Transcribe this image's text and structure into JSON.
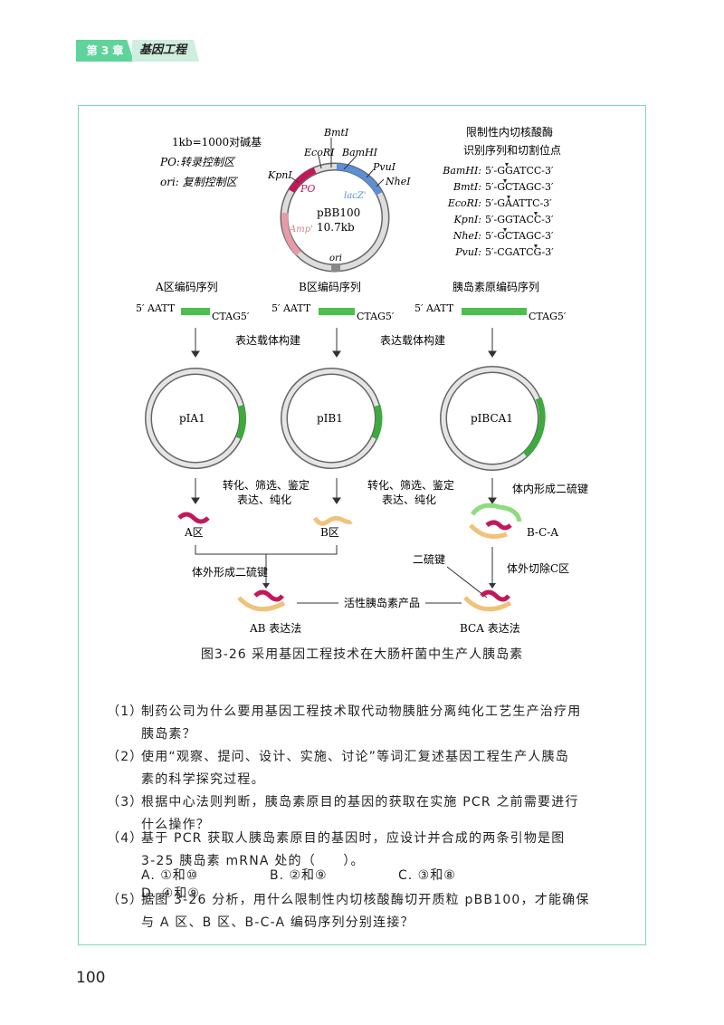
{
  "header": {
    "chapter": "第 3 章",
    "title": "基因工程"
  },
  "figure": {
    "legend": [
      "1kb=1000对碱基",
      "PO:转录控制区",
      "ori: 复制控制区"
    ],
    "plasmid": {
      "name": "pBB100",
      "size": "10.7kb",
      "sites": [
        "BmtI",
        "EcoRI",
        "BamHI",
        "PvuI",
        "KpnI",
        "NheI"
      ],
      "elements": [
        "PO",
        "lacZ'",
        "Amp'",
        "ori"
      ]
    },
    "enzyme_table": {
      "title1": "限制性内切核酸酶",
      "title2": "识别序列和切割位点",
      "rows": [
        {
          "enzyme": "BamHI:",
          "seq": "5′-GGATCC-3′"
        },
        {
          "enzyme": "BmtI:",
          "seq": "5′-GCTAGC-3′"
        },
        {
          "enzyme": "EcoRI:",
          "seq": "5′-GAATTC-3′"
        },
        {
          "enzyme": "KpnI:",
          "seq": "5′-GGTACC-3′"
        },
        {
          "enzyme": "NheI:",
          "seq": "5′-GCTAGC-3′"
        },
        {
          "enzyme": "PvuI:",
          "seq": "5′-CGATCG-3′"
        }
      ]
    },
    "seq_headers": [
      "A区编码序列",
      "B区编码序列",
      "胰岛素原编码序列"
    ],
    "seq_left": "5′ AATT",
    "seq_right": "CTAG5′",
    "construct_label": "表达载体构建",
    "plasmids": [
      "pIA1",
      "pIB1",
      "pIBCA1"
    ],
    "transform_label1": "转化、筛选、鉴定",
    "transform_label2": "表达、纯化",
    "disulfide_in": "体内形成二硫键",
    "products": [
      "A区",
      "B区",
      "B-C-A"
    ],
    "disulfide_out": "体外形成二硫键",
    "disulfide_bond": "二硫键",
    "cut_c": "体外切除C区",
    "active_product": "活性胰岛素产品",
    "method_ab": "AB 表达法",
    "method_bca": "BCA 表达法"
  },
  "caption": "图3-26  采用基因工程技术在大肠杆菌中生产人胰岛素",
  "questions": [
    {
      "num": "（1）",
      "line1": "制药公司为什么要用基因工程技术取代动物胰脏分离纯化工艺生产治疗用",
      "line2": "胰岛素？"
    },
    {
      "num": "（2）",
      "line1": "使用“观察、提问、设计、实施、讨论”等词汇复述基因工程生产人胰岛",
      "line2": "素的科学探究过程。"
    },
    {
      "num": "（3）",
      "line1": "根据中心法则判断，胰岛素原目的基因的获取在实施 PCR 之前需要进行",
      "line2": "什么操作？"
    },
    {
      "num": "（4）",
      "line1": "基于 PCR 获取人胰岛素原目的基因时，应设计并合成的两条引物是图",
      "line2": "3-25 胰岛素 mRNA 处的（　　）。"
    },
    {
      "num": "（5）",
      "line1": "据图 3-26 分析，用什么限制性内切核酸酶切开质粒 pBB100，才能确保",
      "line2": "与 A 区、B 区、B-C-A 编码序列分别连接？"
    }
  ],
  "options": [
    "A. ①和⑩",
    "B. ②和⑨",
    "C. ③和⑧",
    "D. ④和⑨"
  ],
  "page_number": "100"
}
